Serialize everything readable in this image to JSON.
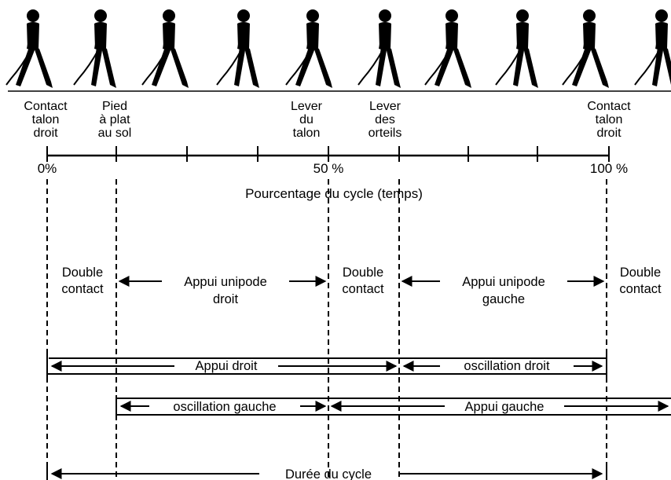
{
  "events": [
    {
      "lines": [
        "Contact",
        "talon",
        "droit"
      ]
    },
    {
      "lines": [
        "Pied",
        "à plat",
        "au sol"
      ]
    },
    {
      "lines": [
        "Lever",
        "du",
        "talon"
      ]
    },
    {
      "lines": [
        "Lever",
        "des",
        "orteils"
      ]
    },
    {
      "lines": [
        "Contact",
        "talon",
        "droit"
      ]
    }
  ],
  "axis": {
    "tick_labels": [
      "0%",
      "50 %",
      "100 %"
    ],
    "title": "Pourcentage du cycle  (temps)"
  },
  "phases": {
    "double_contact_1": [
      "Double",
      "contact"
    ],
    "appui_unipode_droit": [
      "Appui  unipode",
      "droit"
    ],
    "double_contact_2": [
      "Double",
      "contact"
    ],
    "appui_unipode_gauche": [
      "Appui unipode",
      "gauche"
    ],
    "double_contact_3": [
      "Double",
      "contact"
    ]
  },
  "spans": {
    "appui_droit": "Appui droit",
    "oscillation_droit": "oscillation droit",
    "oscillation_gauche": "oscillation gauche",
    "appui_gauche": "Appui gauche",
    "duree_cycle": "Durée du cycle"
  },
  "figure_count": 10
}
